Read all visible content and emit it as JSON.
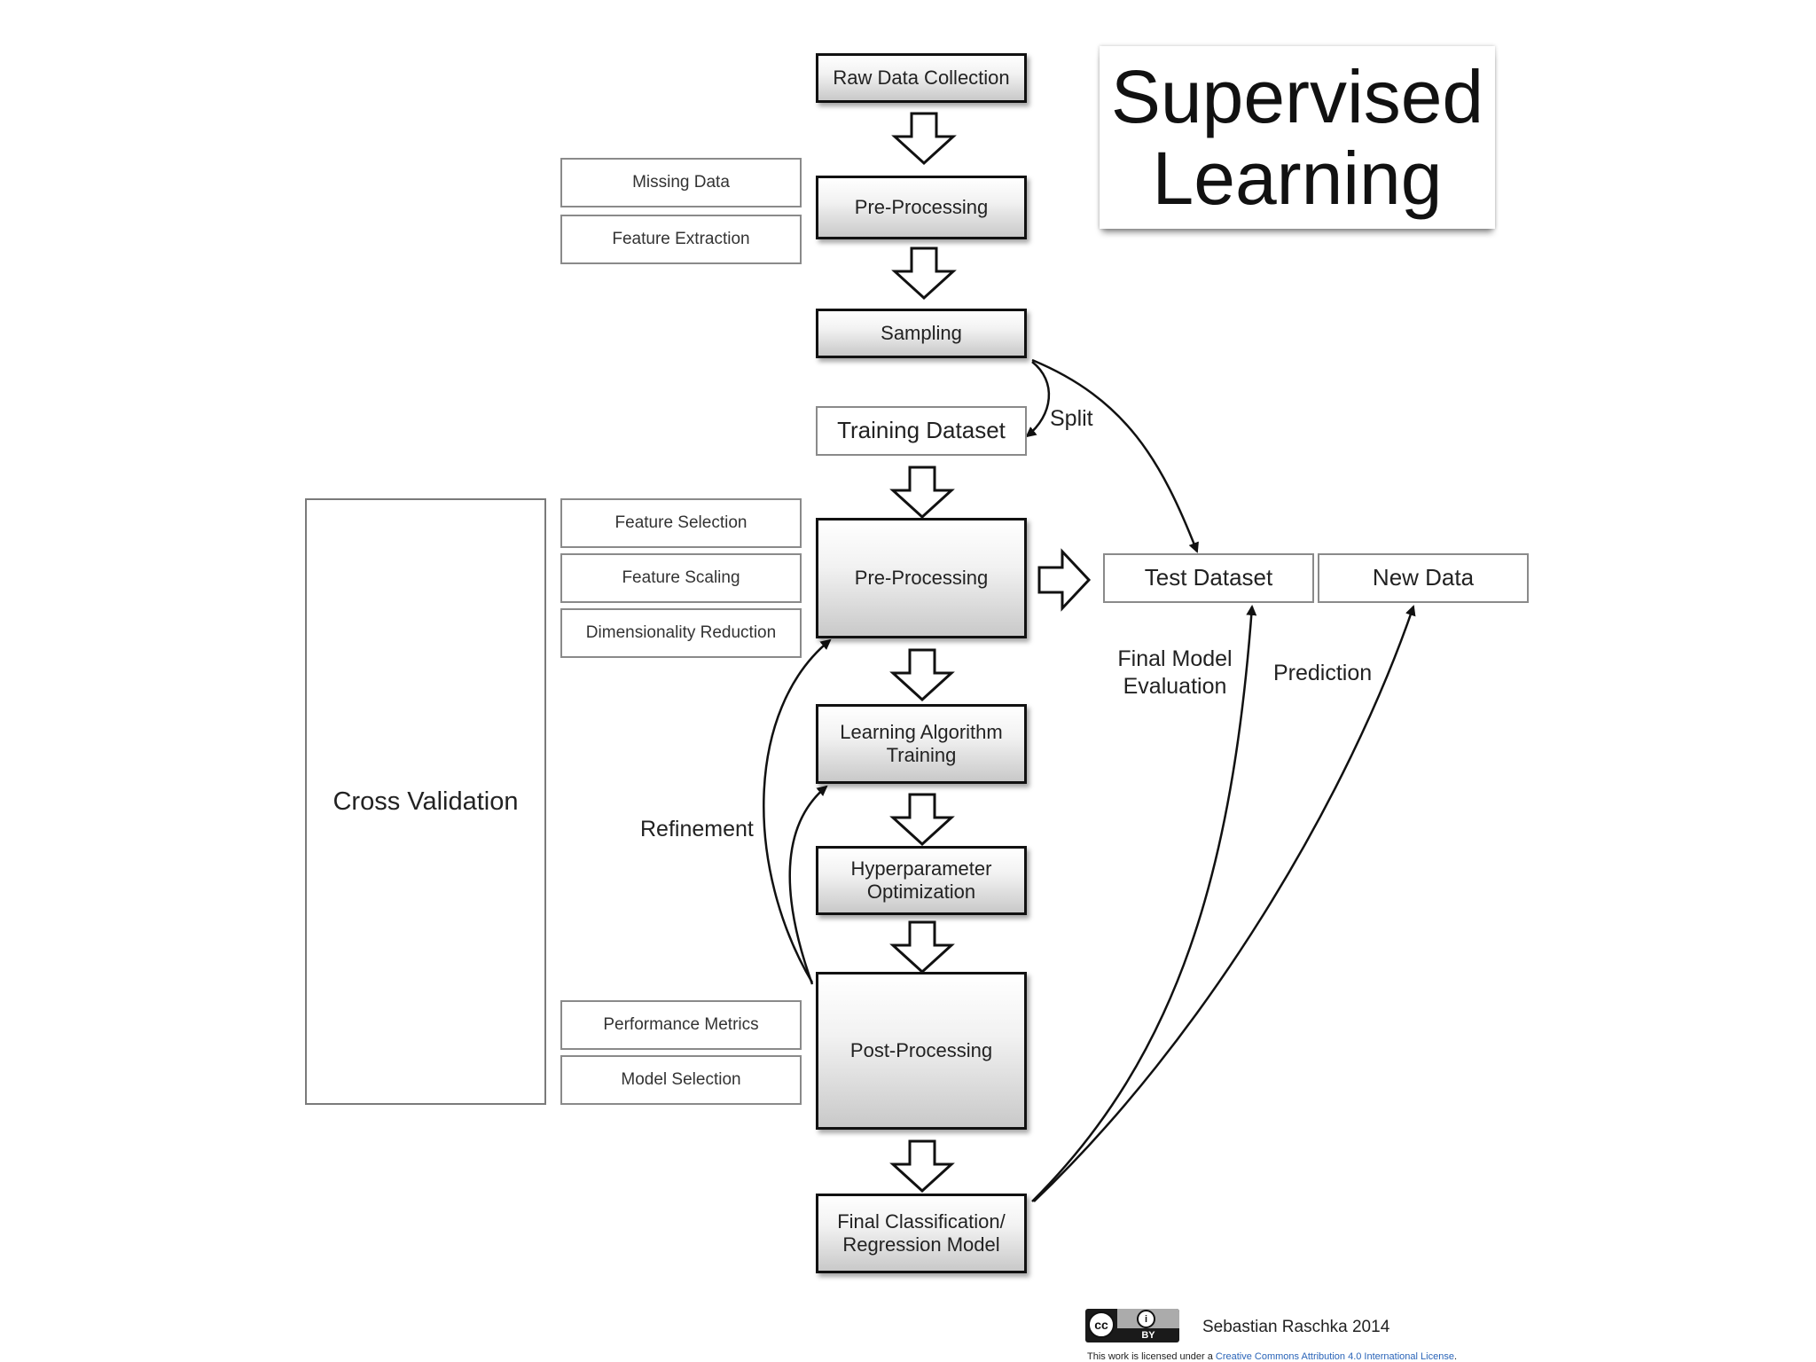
{
  "title": {
    "line1": "Supervised",
    "line2": "Learning"
  },
  "pipeline": {
    "raw_data_collection": "Raw Data Collection",
    "pre_processing_1": "Pre-Processing",
    "sampling": "Sampling",
    "training_dataset": "Training Dataset",
    "pre_processing_2": "Pre-Processing",
    "learning_algorithm_training": "Learning Algorithm Training",
    "hyperparameter_optimization": "Hyperparameter Optimization",
    "post_processing": "Post-Processing",
    "final_model": "Final Classification/ Regression Model"
  },
  "side_boxes": {
    "missing_data": "Missing Data",
    "feature_extraction": "Feature Extraction",
    "feature_selection": "Feature Selection",
    "feature_scaling": "Feature Scaling",
    "dimensionality_reduction": "Dimensionality Reduction",
    "performance_metrics": "Performance Metrics",
    "model_selection": "Model Selection"
  },
  "cross_validation": "Cross Validation",
  "datasets": {
    "test_dataset": "Test Dataset",
    "new_data": "New Data"
  },
  "edge_labels": {
    "split": "Split",
    "refinement": "Refinement",
    "final_model_evaluation": "Final Model Evaluation",
    "prediction": "Prediction"
  },
  "footer": {
    "cc_label": "cc",
    "by_label": "BY",
    "author": "Sebastian Raschka 2014",
    "license_prefix": "This work is licensed under a",
    "license_link": "Creative Commons Attribution 4.0 International License",
    "license_suffix": "."
  }
}
